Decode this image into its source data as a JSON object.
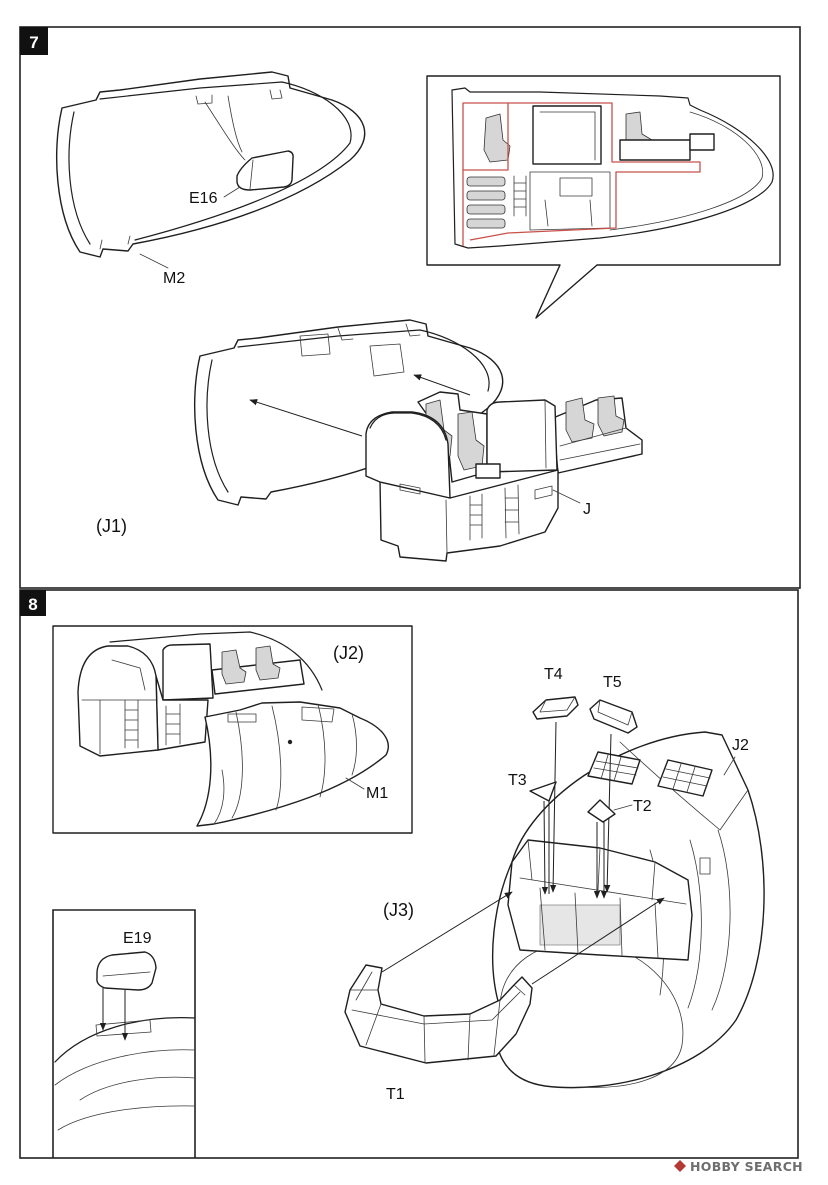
{
  "step7": {
    "number": "7",
    "labels": {
      "e16": "E16",
      "m2": "M2",
      "j1": "(J1)",
      "j": "J"
    }
  },
  "step8": {
    "number": "8",
    "labels": {
      "j2_view": "(J2)",
      "m1": "M1",
      "t4": "T4",
      "t5": "T5",
      "j2": "J2",
      "t3": "T3",
      "t2": "T2",
      "j3": "(J3)",
      "e19": "E19",
      "t1": "T1"
    }
  },
  "watermark": {
    "text": "HOBBY SEARCH",
    "icon": "hobby-search-logo-icon"
  },
  "colors": {
    "line_art": "#1f1f1f",
    "cutaway_outline": "#c8504a"
  }
}
